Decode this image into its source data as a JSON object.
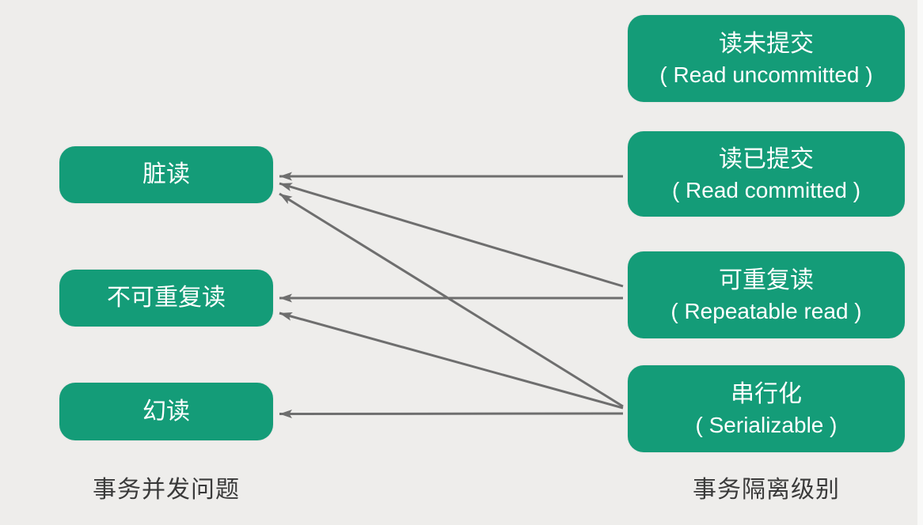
{
  "page": {
    "background_color": "#eeedeb",
    "box_color": "#149c78",
    "box_text_color": "#ffffff",
    "arrow_color": "#6e6e6e",
    "caption_color": "#3a3a3a"
  },
  "diagram": {
    "problems_title": "事务并发问题",
    "levels_title": "事务隔离级别",
    "problems": [
      {
        "id": "dirty-read",
        "label": "脏读"
      },
      {
        "id": "non-repeatable-read",
        "label": "不可重复读"
      },
      {
        "id": "phantom-read",
        "label": "幻读"
      }
    ],
    "levels": [
      {
        "id": "read-uncommitted",
        "zh": "读未提交",
        "en": "( Read uncommitted )"
      },
      {
        "id": "read-committed",
        "zh": "读已提交",
        "en": "( Read committed )"
      },
      {
        "id": "repeatable-read",
        "zh": "可重复读",
        "en": "( Repeatable read )"
      },
      {
        "id": "serializable",
        "zh": "串行化",
        "en": "( Serializable )"
      }
    ],
    "edges": [
      {
        "from": "read-committed",
        "to": "dirty-read"
      },
      {
        "from": "repeatable-read",
        "to": "dirty-read"
      },
      {
        "from": "repeatable-read",
        "to": "non-repeatable-read"
      },
      {
        "from": "serializable",
        "to": "dirty-read"
      },
      {
        "from": "serializable",
        "to": "non-repeatable-read"
      },
      {
        "from": "serializable",
        "to": "phantom-read"
      }
    ]
  }
}
